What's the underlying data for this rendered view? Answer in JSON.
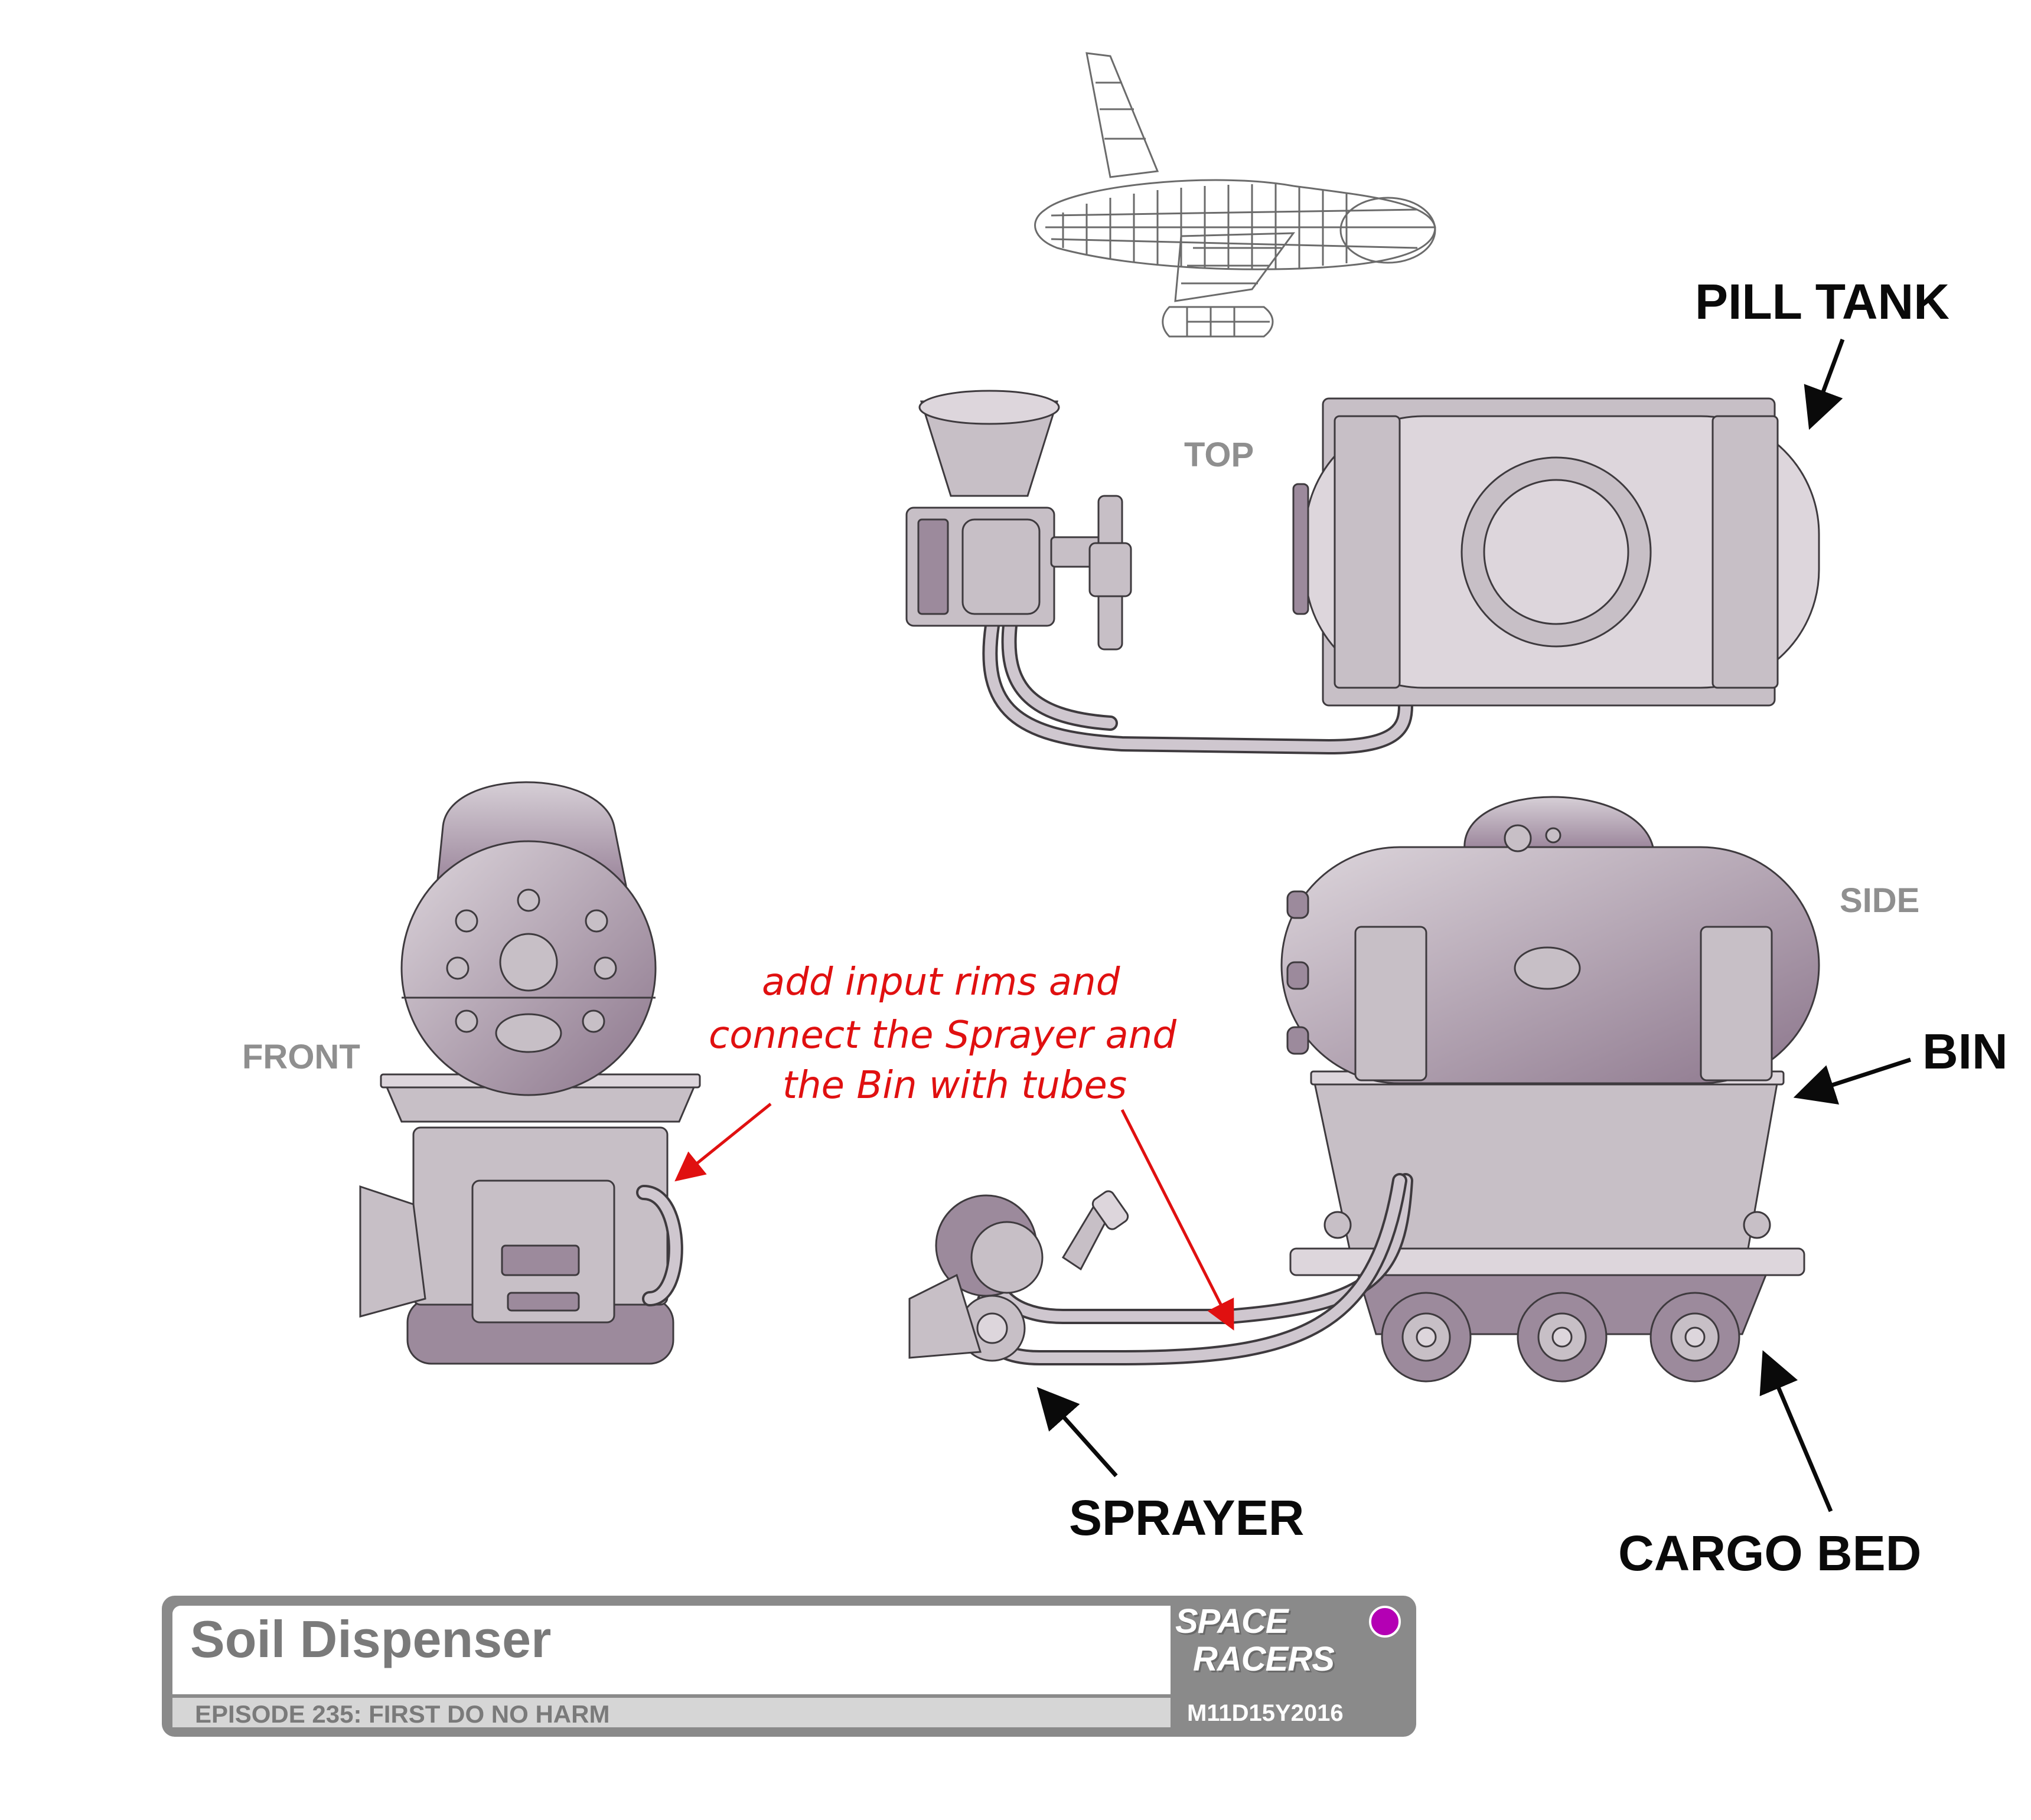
{
  "title_block": {
    "title": "Soil Dispenser",
    "episode": "EPISODE 235: FIRST DO NO HARM",
    "logo_line1": "SPACE",
    "logo_line2": "RACERS",
    "date": "M11D15Y2016",
    "status_dot_color": "#b400b4"
  },
  "views": {
    "top": "TOP",
    "side": "SIDE",
    "front": "FRONT"
  },
  "callouts": {
    "pill_tank": "PILL TANK",
    "bin": "BIN",
    "sprayer": "SPRAYER",
    "cargo_bed": "CARGO BED"
  },
  "note": {
    "line1": "add input rims and",
    "line2": "connect the Sprayer and",
    "line3": "the Bin with tubes"
  }
}
